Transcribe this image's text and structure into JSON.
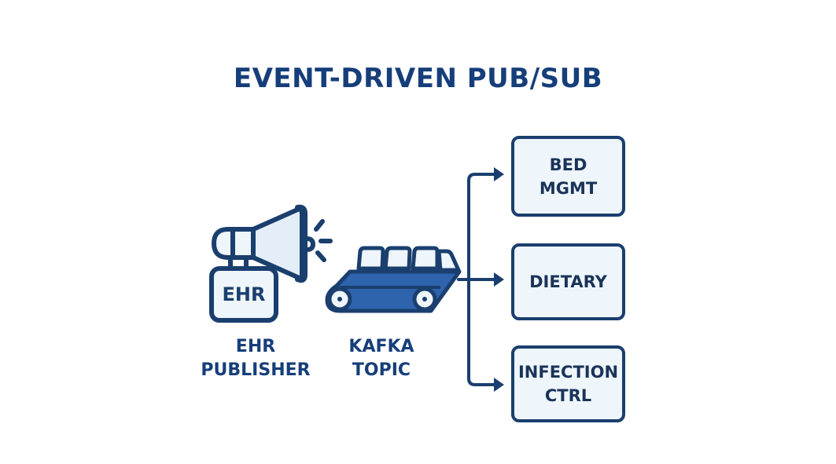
{
  "title": "EVENT-DRIVEN PUB/SUB",
  "publisher": {
    "badge": "EHR",
    "label_line1": "EHR",
    "label_line2": "PUBLISHER"
  },
  "broker": {
    "label_line1": "KAFKA",
    "label_line2": "TOPIC"
  },
  "subscribers": [
    {
      "line1": "BED",
      "line2": "MGMT"
    },
    {
      "line1": "DIETARY",
      "line2": ""
    },
    {
      "line1": "INFECTION",
      "line2": "CTRL"
    }
  ],
  "colors": {
    "primary": "#163e7a",
    "stroke": "#1a3f6e",
    "fill_light": "#eef5fb",
    "conveyor_blue": "#2e63ad"
  }
}
